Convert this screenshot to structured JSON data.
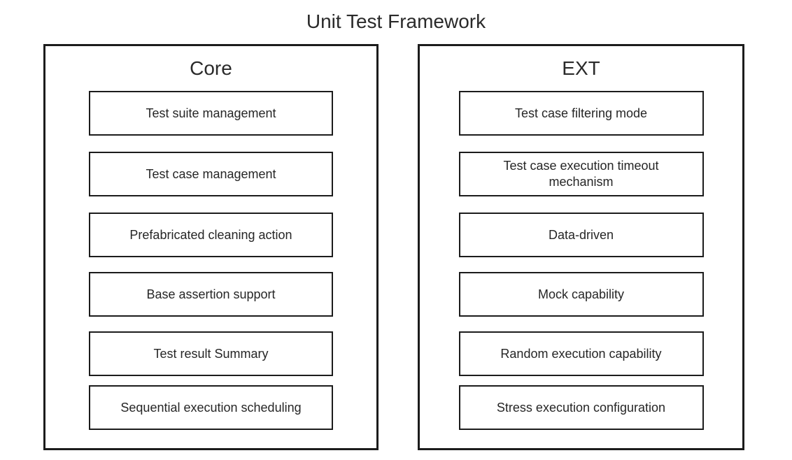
{
  "title": "Unit Test Framework",
  "colors": {
    "background": "#ffffff",
    "border": "#1c1c1c",
    "text": "#262626"
  },
  "groups": [
    {
      "name": "Core",
      "items": [
        "Test suite management",
        "Test case management",
        "Prefabricated cleaning action",
        "Base assertion support",
        "Test result Summary",
        "Sequential execution scheduling"
      ]
    },
    {
      "name": "EXT",
      "items": [
        "Test case filtering mode",
        "Test case execution timeout mechanism",
        "Data-driven",
        "Mock capability",
        "Random execution capability",
        "Stress execution configuration"
      ]
    }
  ]
}
